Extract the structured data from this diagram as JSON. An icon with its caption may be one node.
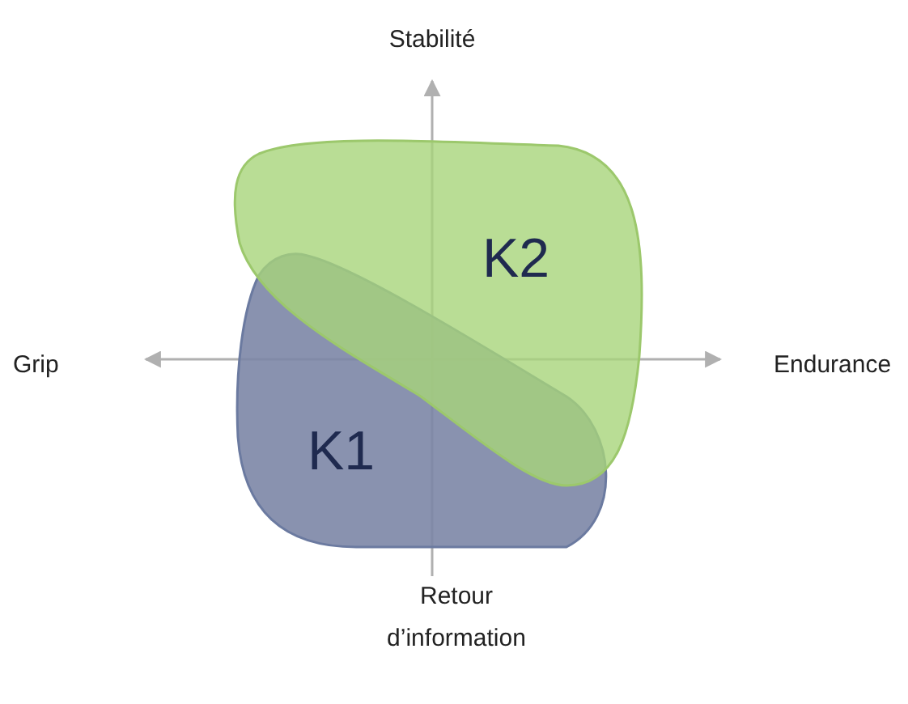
{
  "diagram": {
    "nodes": [
      {
        "text": [
          "K2"
        ]
      },
      {
        "text": [
          "K1"
        ]
      }
    ],
    "labels": [
      "Stabilité",
      "Grip",
      "Endurance",
      "Retour d’information"
    ]
  }
}
